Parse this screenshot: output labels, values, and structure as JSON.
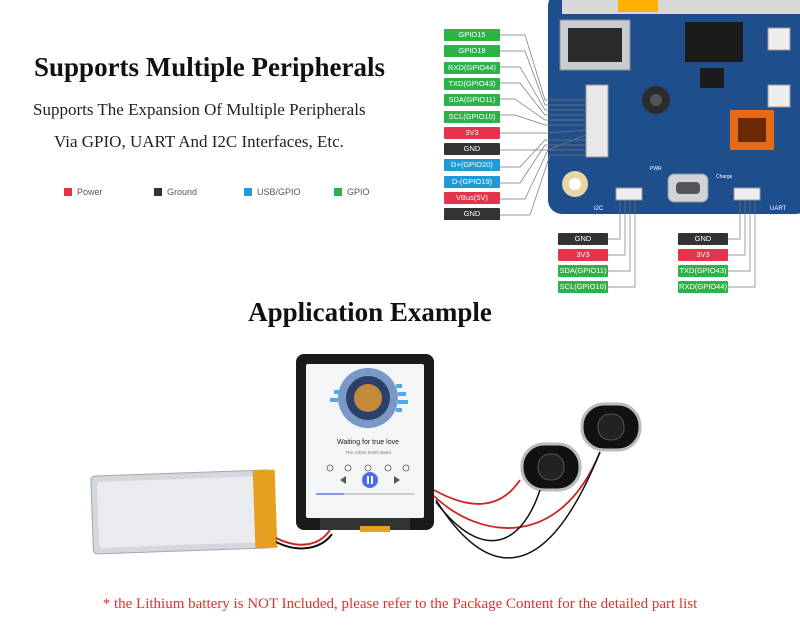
{
  "header": {
    "title": "Supports Multiple Peripherals",
    "line1": "Supports The Expansion Of Multiple Peripherals",
    "line2": "Via GPIO, UART And I2C Interfaces, Etc."
  },
  "legend": [
    {
      "label": "Power",
      "color": "#e5334b"
    },
    {
      "label": "Ground",
      "color": "#333333"
    },
    {
      "label": "USB/GPIO",
      "color": "#1e9bd7"
    },
    {
      "label": "GPIO",
      "color": "#2db24a"
    }
  ],
  "colors": {
    "gpio": "#2db24a",
    "power": "#e5334b",
    "ground": "#333333",
    "usb": "#1e9bd7",
    "board": "#1e4f8c",
    "footnote": "#e0322c"
  },
  "left_pins": [
    {
      "label": "GPIO15",
      "kind": "gpio"
    },
    {
      "label": "GPIO18",
      "kind": "gpio"
    },
    {
      "label": "RXD(GPIO44)",
      "kind": "gpio"
    },
    {
      "label": "TXD(GPIO43)",
      "kind": "gpio"
    },
    {
      "label": "SDA(GPIO11)",
      "kind": "gpio"
    },
    {
      "label": "SCL(GPIO10)",
      "kind": "gpio"
    },
    {
      "label": "3V3",
      "kind": "power"
    },
    {
      "label": "GND",
      "kind": "ground"
    },
    {
      "label": "D+(GPIO20)",
      "kind": "usb"
    },
    {
      "label": "D-(GPIO19)",
      "kind": "usb"
    },
    {
      "label": "VBus(5V)",
      "kind": "power"
    },
    {
      "label": "GND",
      "kind": "ground"
    }
  ],
  "i2c_pins": [
    {
      "label": "GND",
      "kind": "ground"
    },
    {
      "label": "3V3",
      "kind": "power"
    },
    {
      "label": "SDA(GPIO11)",
      "kind": "gpio"
    },
    {
      "label": "SCL(GPIO10)",
      "kind": "gpio"
    }
  ],
  "uart_pins": [
    {
      "label": "GND",
      "kind": "ground"
    },
    {
      "label": "3V3",
      "kind": "power"
    },
    {
      "label": "TXD(GPIO43)",
      "kind": "gpio"
    },
    {
      "label": "RXD(GPIO44)",
      "kind": "gpio"
    }
  ],
  "board_silk": {
    "i2c": "I2C",
    "uart": "UART",
    "pwr": "PWR",
    "charge": "Charge"
  },
  "section2": {
    "title": "Application Example"
  },
  "player": {
    "song": "Waiting for true love",
    "artist": "The Johns Smith Band"
  },
  "footnote": "* the Lithium battery is NOT Included, please refer to the Package Content for the detailed part list"
}
